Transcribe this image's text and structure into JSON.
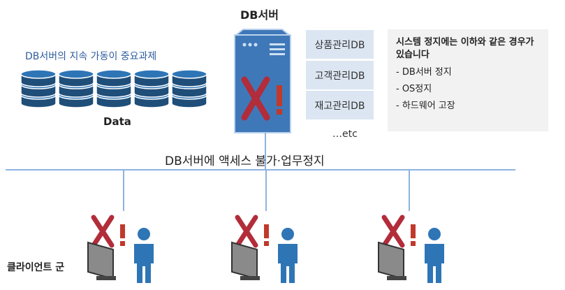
{
  "data_section": {
    "caption": "DB서버의 지속 가동이 중요과제",
    "label": "Data"
  },
  "server": {
    "title": "DB서버"
  },
  "databases": [
    "상품관리DB",
    "고객관리DB",
    "재고관리DB"
  ],
  "etc": "…etc",
  "note": {
    "title": "시스템 정지에는 이하와 같은 경우가 있습니다",
    "items": [
      "- DB서버 정지",
      "- OS정지",
      "- 하드웨어 고장"
    ]
  },
  "network_label": "DB서버에 액세스 불가·업무정지",
  "clients_label": "클라이언트 군",
  "colors": {
    "accent": "#2e75b6",
    "server": "#3f78b8",
    "error": "#b22c3a",
    "line": "#8db3e2"
  }
}
